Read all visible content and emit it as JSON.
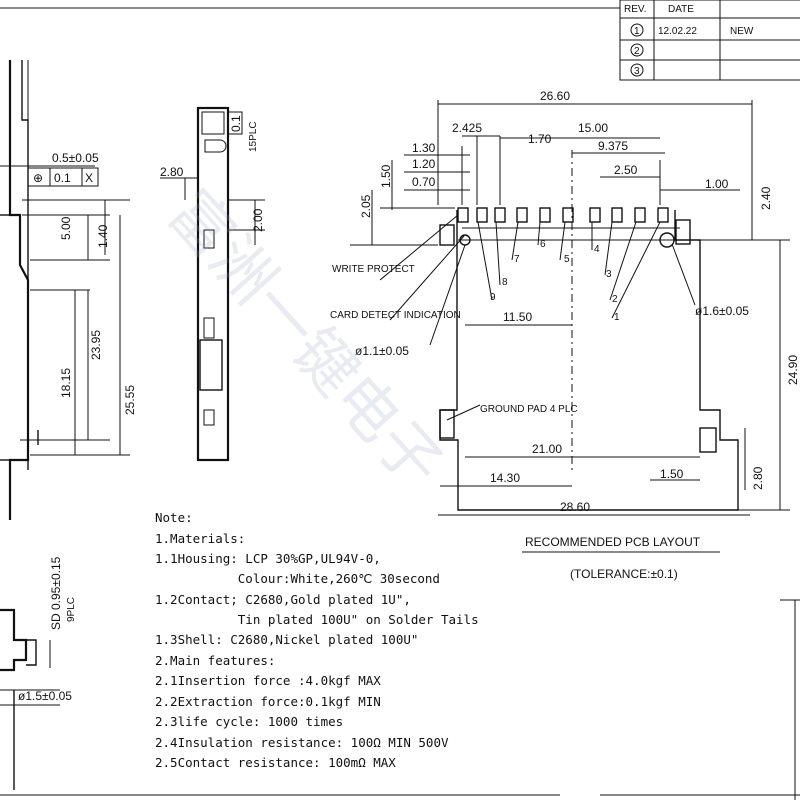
{
  "revision_table": {
    "header": [
      "REV.",
      "DATE"
    ],
    "rows": [
      {
        "rev": "1",
        "date": "12.02.22",
        "desc": "NEW"
      },
      {
        "rev": "2",
        "date": "",
        "desc": ""
      },
      {
        "rev": "3",
        "date": "",
        "desc": ""
      }
    ]
  },
  "side_view": {
    "dims": [
      "0.5±0.05",
      "5.00",
      "1.40",
      "23.95",
      "18.15",
      "25.55"
    ],
    "tolerance_frame": [
      "⊕",
      "0.1",
      "X"
    ]
  },
  "front_view": {
    "dims": [
      "2.80",
      "2.00",
      "0.1",
      "15PLC"
    ]
  },
  "bottom_left": {
    "dims": [
      "SD 0.95±0.15",
      "9PLC",
      "ø1.5±0.05"
    ]
  },
  "pcb_layout": {
    "dims_top": [
      "26.60",
      "2.425",
      "1.70",
      "15.00",
      "9.375",
      "2.50",
      "1.00"
    ],
    "dims_left": [
      "1.30",
      "1.20",
      "0.70",
      "1.50",
      "2.05"
    ],
    "dims_right": [
      "2.40",
      "24.90",
      "ø1.6±0.05"
    ],
    "dims_bottom": [
      "11.50",
      "21.00",
      "14.30",
      "1.50",
      "2.80",
      "28.60"
    ],
    "pin_labels": [
      "9",
      "8",
      "7",
      "6",
      "5",
      "4",
      "3",
      "2",
      "1"
    ],
    "callouts": [
      "WRITE PROTECT",
      "CARD DETECT INDICATION",
      "ø1.1±0.05",
      "GROUND PAD 4 PLC"
    ],
    "title": "RECOMMENDED PCB LAYOUT",
    "tolerance": "(TOLERANCE:±0.1)"
  },
  "notes": [
    "Note:",
    "1.Materials:",
    "1.1Housing: LCP 30%GP,UL94V-0,",
    "           Colour:White,260℃ 30second",
    "1.2Contact; C2680,Gold plated 1U\",",
    "           Tin plated 100U\" on Solder Tails",
    "1.3Shell: C2680,Nickel plated 100U\"",
    "2.Main features:",
    "2.1Insertion force :4.0kgf MAX",
    "2.2Extraction force:0.1kgf MIN",
    "2.3life cycle: 1000 times",
    "2.4Insulation resistance: 100Ω MIN 500V",
    "2.5Contact resistance: 100mΩ MAX"
  ],
  "watermark": "富洲一键电子"
}
